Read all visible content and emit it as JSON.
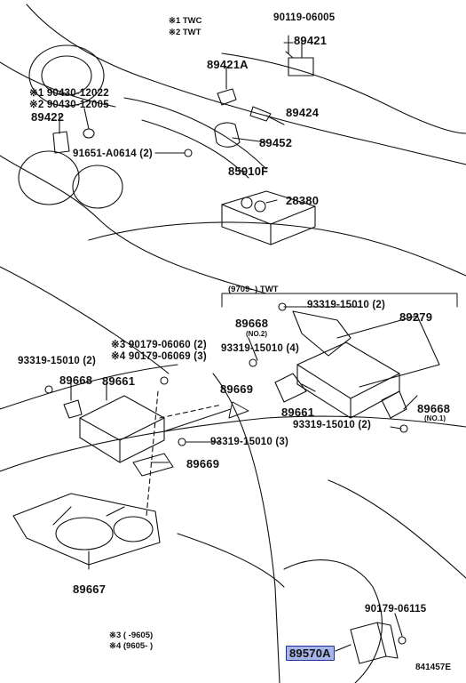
{
  "legend_top": {
    "line1": "※1  TWC",
    "line2": "※2  TWT"
  },
  "legend_bottom": {
    "line1": "※3 (      -9605)",
    "line2": "※4 (9605-      )"
  },
  "twt_bracket_label": "(9709-        )   TWT",
  "parts": {
    "p90119_06005": "90119-06005",
    "p89421": "89421",
    "p89421A": "89421A",
    "p90430_12022": "※1 90430-12022",
    "p90430_12005": "※2 90430-12005",
    "p89422": "89422",
    "p89424": "89424",
    "p89452": "89452",
    "p91651": "91651-A0614 (2)",
    "p85910F": "85910F",
    "p28380": "28380",
    "p93319_top": "93319-15010 (2)",
    "p89668_no2": "89668",
    "no2": "(NO.2)",
    "p89279": "89279",
    "p93319_4": "93319-15010 (4)",
    "p89669_right": "89669",
    "p89661_right": "89661",
    "p89668_no1": "89668",
    "no1": "(NO.1)",
    "p93319_2b": "93319-15010 (2)",
    "p90179_06060": "※3 90179-06060 (2)",
    "p90179_06069": "※4 90179-06069 (3)",
    "p93319_left": "93319-15010 (2)",
    "p89668_left": "89668",
    "p89661_left": "89661",
    "p93319_3": "93319-15010 (3)",
    "p89669_left": "89669",
    "p89667": "89667",
    "p90179_06115": "90179-06115",
    "p89570A": "89570A"
  },
  "diagram_ref": "841457E",
  "colors": {
    "line": "#111111",
    "highlight_bg": "#a7b6e8",
    "highlight_border": "#1f2f9a"
  }
}
